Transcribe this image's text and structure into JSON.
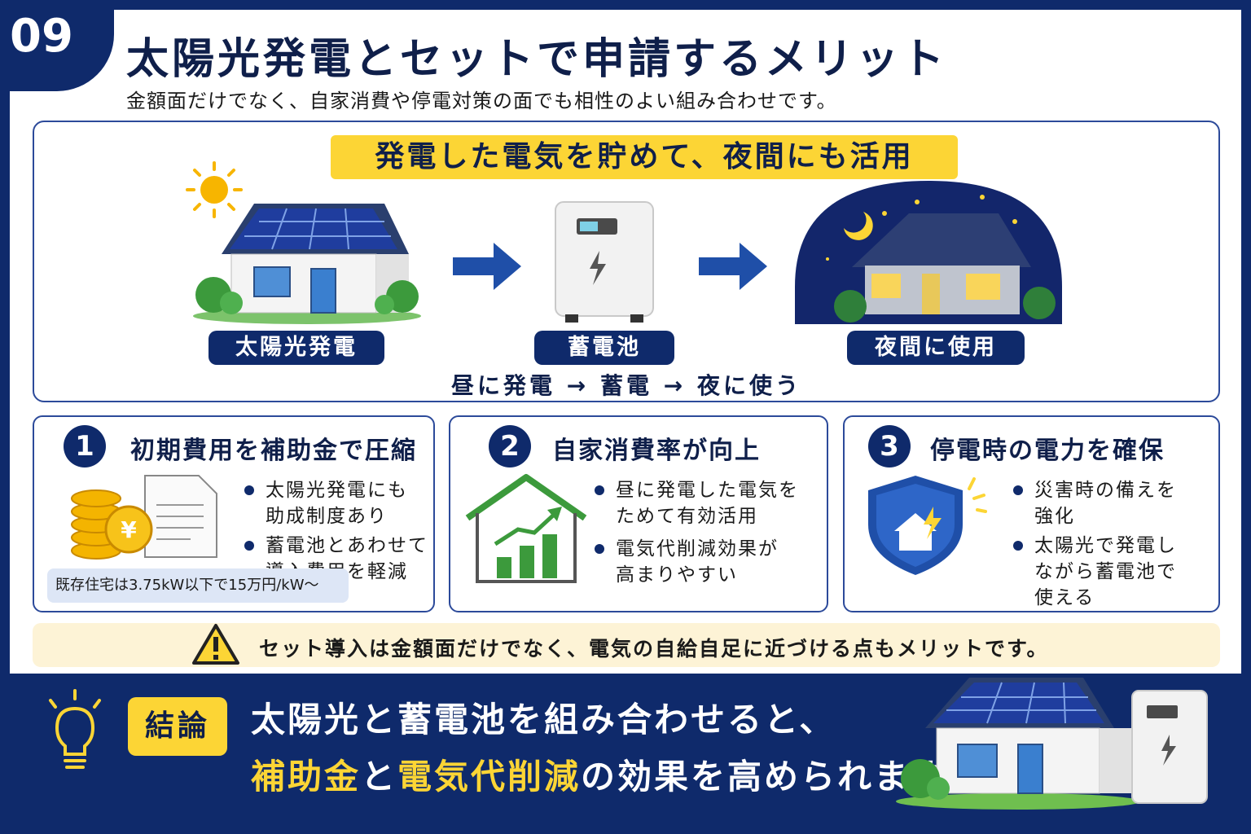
{
  "header": {
    "number": "09",
    "title": "太陽光発電とセットで申請するメリット",
    "subtitle": "金額面だけでなく、自家消費や停電対策の面でも相性のよい組み合わせです。"
  },
  "flow": {
    "banner": "発電した電気を貯めて、夜間にも活用",
    "steps": [
      {
        "label": "太陽光発電",
        "icon": "solar-house-icon"
      },
      {
        "label": "蓄電池",
        "icon": "battery-icon"
      },
      {
        "label": "夜間に使用",
        "icon": "night-house-icon"
      }
    ],
    "caption": "昼に発電 → 蓄電 → 夜に使う"
  },
  "cards": [
    {
      "number": "1",
      "title": "初期費用を補助金で圧縮",
      "icon": "coins-document-icon",
      "bullets": [
        [
          "太陽光発電にも",
          "助成制度あり"
        ],
        [
          "蓄電池とあわせて",
          "導入費用を軽減"
        ]
      ],
      "note": "既存住宅は3.75kW以下で15万円/kW〜"
    },
    {
      "number": "2",
      "title": "自家消費率が向上",
      "icon": "house-growth-chart-icon",
      "bullets": [
        [
          "昼に発電した電気を",
          "ためて有効活用"
        ],
        [
          "電気代削減効果が",
          "高まりやすい"
        ]
      ]
    },
    {
      "number": "3",
      "title": "停電時の電力を確保",
      "icon": "shield-house-icon",
      "bullets": [
        [
          "災害時の備えを",
          "強化"
        ],
        [
          "太陽光で発電し",
          "ながら蓄電池で",
          "使える"
        ]
      ]
    }
  ],
  "warning": {
    "icon": "warning-icon",
    "text": "セット導入は金額面だけでなく、電気の自給自足に近づける点もメリットです。"
  },
  "conclusion": {
    "tag": "結論",
    "icon": "lightbulb-icon",
    "line1": "太陽光と蓄電池を組み合わせると、",
    "hl1": "補助金",
    "mid1": "と",
    "hl2": "電気代削減",
    "tail": "の効果を高められます"
  },
  "colors": {
    "navy": "#0f2a6b",
    "yellow": "#fcd535",
    "green": "#3c9a3c",
    "blue": "#1f4fa8"
  }
}
